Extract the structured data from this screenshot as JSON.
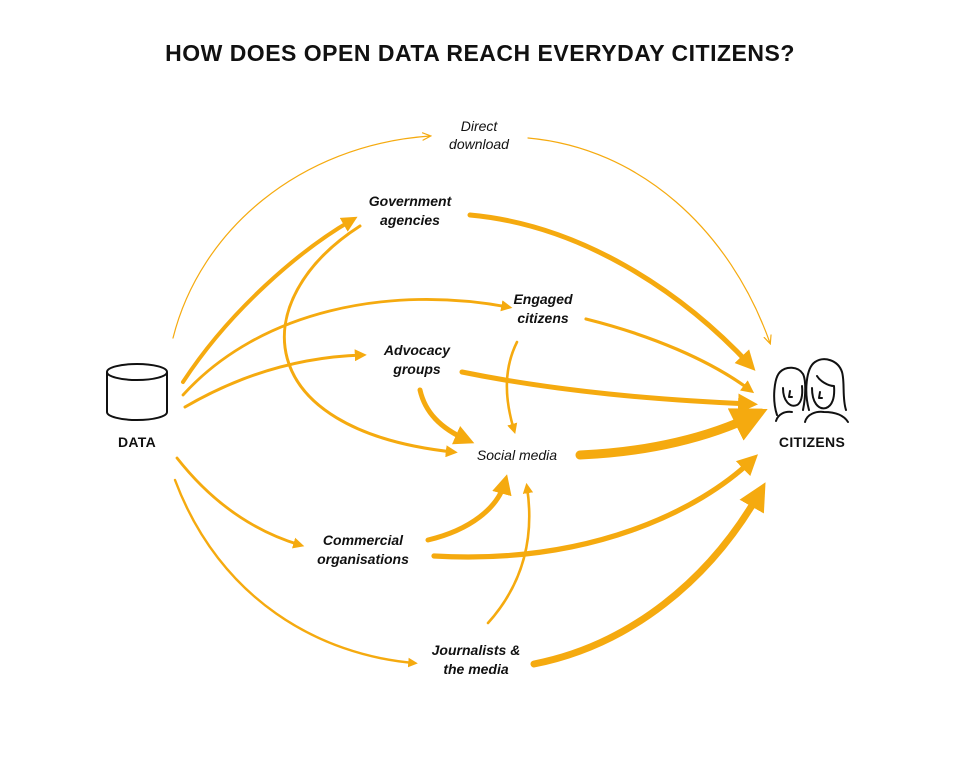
{
  "title": "HOW DOES OPEN DATA REACH EVERYDAY CITIZENS?",
  "colors": {
    "flow": "#F5AA0F",
    "text": "#111111",
    "icon_stroke": "#111111"
  },
  "nodes": {
    "data": {
      "label": "DATA",
      "icon": "database-icon"
    },
    "citizens": {
      "label": "CITIZENS",
      "icon": "people-icon"
    },
    "direct_download": {
      "line1": "Direct",
      "line2": "download"
    },
    "government_agencies": {
      "line1": "Government",
      "line2": "agencies"
    },
    "engaged_citizens": {
      "line1": "Engaged",
      "line2": "citizens"
    },
    "advocacy_groups": {
      "line1": "Advocacy",
      "line2": "groups"
    },
    "social_media": {
      "label": "Social media"
    },
    "commercial_organisations": {
      "line1": "Commercial",
      "line2": "organisations"
    },
    "journalists_media": {
      "line1": "Journalists &",
      "line2": "the media"
    }
  },
  "flows": [
    {
      "from": "DATA",
      "to": "Direct download",
      "weight": "thin"
    },
    {
      "from": "Direct download",
      "to": "CITIZENS",
      "weight": "thin"
    },
    {
      "from": "DATA",
      "to": "Government agencies",
      "weight": "medium"
    },
    {
      "from": "DATA",
      "to": "Engaged citizens",
      "weight": "medium"
    },
    {
      "from": "DATA",
      "to": "Advocacy groups",
      "weight": "medium"
    },
    {
      "from": "DATA",
      "to": "Commercial organisations",
      "weight": "medium"
    },
    {
      "from": "DATA",
      "to": "Journalists & the media",
      "weight": "medium"
    },
    {
      "from": "Government agencies",
      "to": "CITIZENS",
      "weight": "thick"
    },
    {
      "from": "Government agencies",
      "to": "Social media",
      "weight": "medium"
    },
    {
      "from": "Engaged citizens",
      "to": "CITIZENS",
      "weight": "medium"
    },
    {
      "from": "Engaged citizens",
      "to": "Social media",
      "weight": "medium"
    },
    {
      "from": "Advocacy groups",
      "to": "CITIZENS",
      "weight": "thick"
    },
    {
      "from": "Advocacy groups",
      "to": "Social media",
      "weight": "thick"
    },
    {
      "from": "Social media",
      "to": "CITIZENS",
      "weight": "very-thick"
    },
    {
      "from": "Commercial organisations",
      "to": "Social media",
      "weight": "thick"
    },
    {
      "from": "Commercial organisations",
      "to": "CITIZENS",
      "weight": "thick"
    },
    {
      "from": "Journalists & the media",
      "to": "Social media",
      "weight": "medium"
    },
    {
      "from": "Journalists & the media",
      "to": "CITIZENS",
      "weight": "very-thick"
    }
  ]
}
